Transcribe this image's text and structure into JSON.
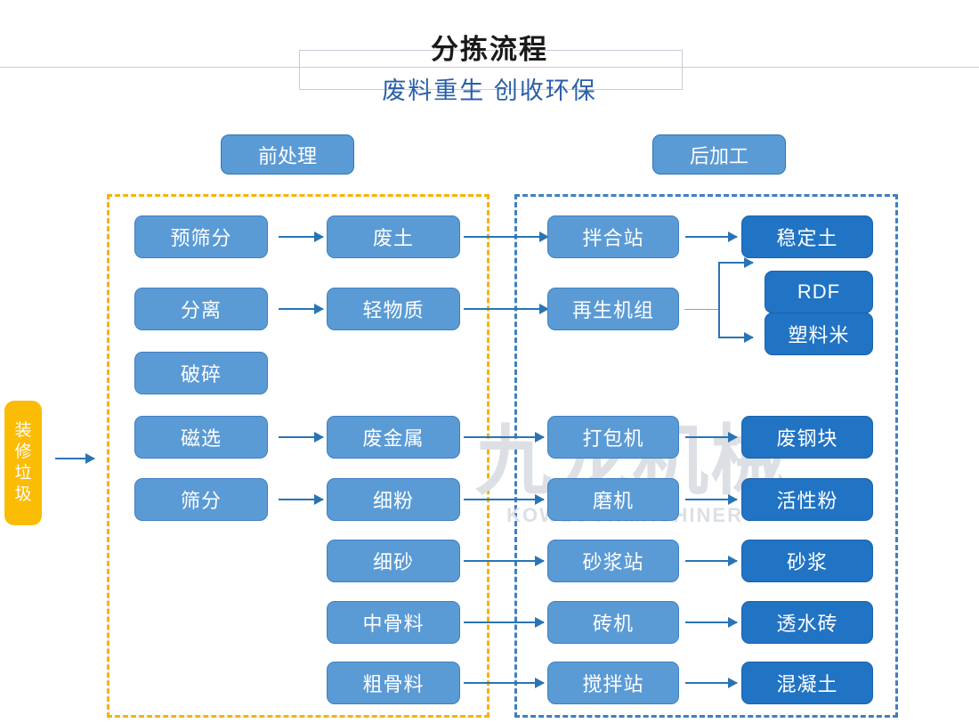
{
  "header": {
    "title": "分拣流程",
    "subtitle": "废料重生 创收环保"
  },
  "sections": {
    "pre_label": "前处理",
    "post_label": "后加工"
  },
  "watermark": {
    "cn": "九龙机械",
    "en": "KOWLOONMACHINERY"
  },
  "input": {
    "label": "装修垃圾"
  },
  "nodes": {
    "pre_process": [
      {
        "label": "预筛分"
      },
      {
        "label": "分离"
      },
      {
        "label": "破碎"
      },
      {
        "label": "磁选"
      },
      {
        "label": "筛分"
      }
    ],
    "pre_material": [
      {
        "label": "废土"
      },
      {
        "label": "轻物质"
      },
      {
        "label": "废金属"
      },
      {
        "label": "细粉"
      },
      {
        "label": "细砂"
      },
      {
        "label": "中骨料"
      },
      {
        "label": "粗骨料"
      }
    ],
    "post_process": [
      {
        "label": "拌合站"
      },
      {
        "label": "再生机组"
      },
      {
        "label": "打包机"
      },
      {
        "label": "磨机"
      },
      {
        "label": "砂浆站"
      },
      {
        "label": "砖机"
      },
      {
        "label": "搅拌站"
      }
    ],
    "post_output": [
      {
        "label": "稳定土"
      },
      {
        "label": "RDF"
      },
      {
        "label": "塑料米"
      },
      {
        "label": "废钢块"
      },
      {
        "label": "活性粉"
      },
      {
        "label": "砂浆"
      },
      {
        "label": "透水砖"
      },
      {
        "label": "混凝土"
      }
    ]
  },
  "colors": {
    "process_box": "#5b9bd5",
    "output_box": "#2173c4",
    "input_box": "#fbbc05",
    "pre_group_border": "#f5b208",
    "post_group_border": "#3f7fc1",
    "arrow": "#2a74b5",
    "title_text": "#1a1a1a",
    "subtitle_text": "#2b5fa8"
  }
}
